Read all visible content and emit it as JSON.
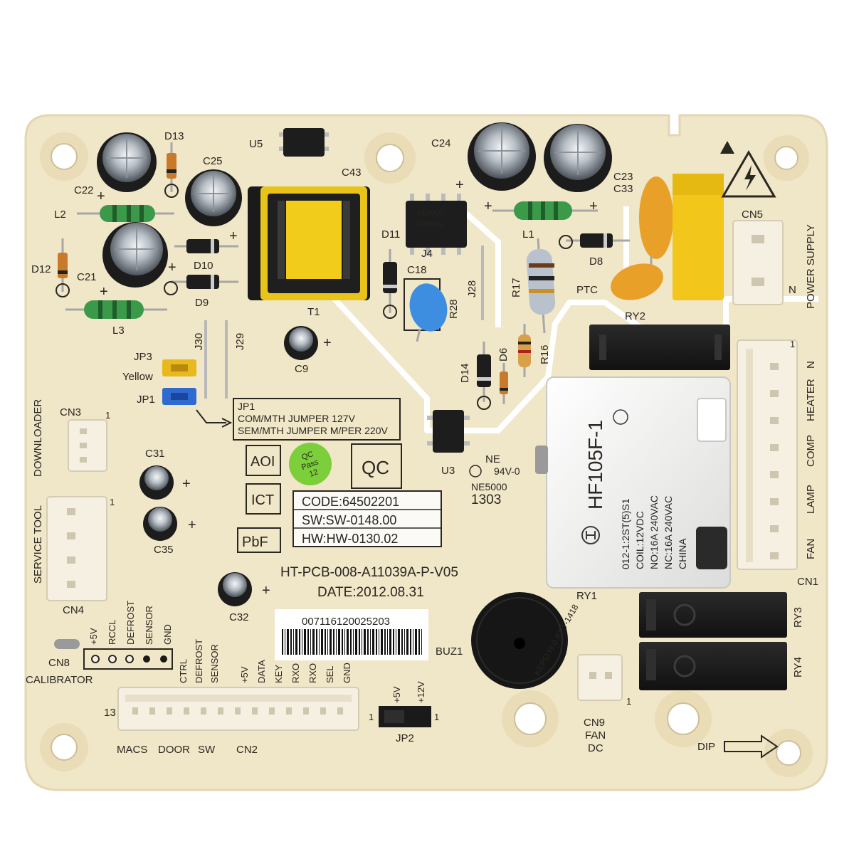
{
  "labels": {
    "u5": "U5",
    "d13": "D13",
    "c24": "C24",
    "c25": "C25",
    "c43": "C43",
    "c22": "C22",
    "c23": "C23",
    "c33": "C33",
    "l2": "L2",
    "l1": "L1",
    "d11": "D11",
    "j4": "J4",
    "d12": "D12",
    "c21": "C21",
    "d10": "D10",
    "d9": "D9",
    "l3": "L3",
    "t1": "T1",
    "c18": "C18",
    "j28": "J28",
    "r17": "R17",
    "d8": "D8",
    "ptc": "PTC",
    "r28": "R28",
    "ry2": "RY2",
    "cn5": "CN5",
    "power_supply": "POWER SUPPLY",
    "n_upper": "N",
    "j30": "J30",
    "j29": "J29",
    "c9": "C9",
    "jp3": "JP3",
    "yellow": "Yellow",
    "jp1": "JP1",
    "d14": "D14",
    "d6": "D6",
    "r16": "R16",
    "cn1_pin_n": "N",
    "heater": "HEATER",
    "comp": "COMP",
    "lamp": "LAMP",
    "fan": "FAN",
    "cn1": "CN1",
    "cn3": "CN3",
    "downloader": "DOWNLOADER",
    "pin1_cn3": "1",
    "jp1_box_title": "JP1",
    "jp1_box_line1": "COM/MTH JUMPER 127V",
    "jp1_box_line2": "SEM/MTH JUMPER M/PER 220V",
    "aoi": "AOI",
    "ict": "ICT",
    "pbf": "PbF",
    "qc": "QC",
    "qc_sticker_line1": "QC",
    "qc_sticker_line2": "Pass",
    "qc_sticker_line3": "12",
    "c31": "C31",
    "c35": "C35",
    "u3": "U3",
    "ne": "NE",
    "ul_94v": "94V-0",
    "ne5000": "NE5000",
    "datecode": "1303",
    "code": "CODE:64502201",
    "sw": "SW:SW-0148.00",
    "hw": "HW:HW-0130.02",
    "cn4": "CN4",
    "service_tool": "SERVICE TOOL",
    "pin1_cn4": "1",
    "pcb_id": "HT-PCB-008-A11039A-P-V05",
    "date": "DATE:2012.08.31",
    "c32": "C32",
    "relay_model": "HF105F-1",
    "relay_spec1": "012-1:2ST(5)S1",
    "relay_spec2": "COIL:12VDC",
    "relay_spec3": "NO:16A 240VAC",
    "relay_spec4": "NC:16A 240VAC",
    "relay_spec5": "CHINA",
    "ry1": "RY1",
    "ry3": "RY3",
    "ry4": "RY4",
    "cn8": "CN8",
    "calibrator": "CALIBRATOR",
    "cn8_p1": "+5V",
    "cn8_p2": "RCCL",
    "cn8_p3": "DEFROST",
    "cn8_p4": "SENSOR",
    "cn8_p5": "GND",
    "barcode_number": "007116120025203",
    "buz1": "BUZ1",
    "buzzer_text": "KEPO H-0 KPT-1418",
    "cn2_p1": "CTRL",
    "cn2_p2": "DEFROST",
    "cn2_p3": "SENSOR",
    "cn2_p4": "+5V",
    "cn2_p5": "DATA",
    "cn2_p6": "KEY",
    "cn2_p7": "RXO",
    "cn2_p8": "RXO",
    "cn2_p9": "SEL",
    "cn2_p10": "GND",
    "pin13": "13",
    "macs": "MACS",
    "door": "DOOR",
    "sw_label": "SW",
    "cn2": "CN2",
    "jp2_5v": "+5V",
    "jp2_12v": "+12V",
    "jp2": "JP2",
    "jp2_pin1_left": "1",
    "jp2_pin1_right": "1",
    "cn9": "CN9",
    "cn9_fan": "FAN",
    "cn9_dc": "DC",
    "cn9_pin1": "1",
    "dip": "DIP",
    "cn1_pin1": "1",
    "c24_plus": "+",
    "c23_plus": "+",
    "c22_plus": "+",
    "c21_plus": "+",
    "c25_plus": "+",
    "c9_plus": "+",
    "c31_plus": "+",
    "c35_plus": "+",
    "c32_plus": "+"
  },
  "colors": {
    "board": "#f0e6c8",
    "board_edge": "#e3d6b2",
    "trace": "#ffffff",
    "silkscreen": "#2a2620",
    "relay_black": "#1a1a1a",
    "relay_white": "#f4f4f2",
    "transformer_yellow": "#f2cc1a",
    "capacitor_silver": "#c8ccd0",
    "inductor_green": "#3a9a4a",
    "connector_cream": "#f6f0e2",
    "varistor_orange": "#e8a028",
    "qc_sticker_green": "#7ccf3a",
    "jumper_yellow": "#e8b81c",
    "jumper_blue": "#2f6ad0"
  },
  "icons": [
    "high-voltage-warning-icon",
    "triangle-marker-icon",
    "ul-mark-icon",
    "cqc-mark-icon",
    "hf-logo-icon",
    "dip-arrow-icon"
  ]
}
